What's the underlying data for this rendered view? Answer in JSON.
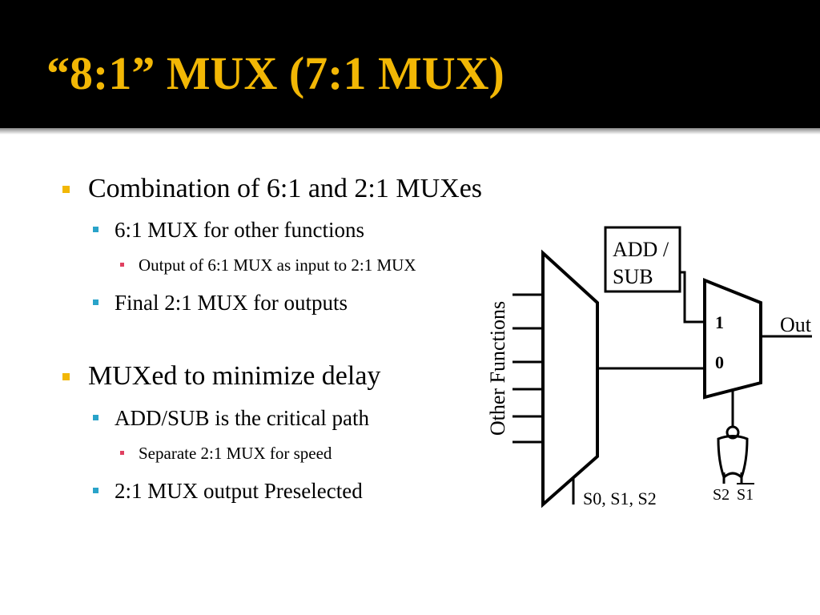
{
  "slide": {
    "title": "“8:1” MUX (7:1 MUX)",
    "colors": {
      "title_bar": "#000000",
      "title_text": "#f2b705",
      "bullet_level1": "#f2b705",
      "bullet_level2": "#29a3c9",
      "bullet_level3": "#e04060"
    },
    "bullets": [
      {
        "level": 1,
        "text": "Combination of 6:1 and 2:1 MUXes"
      },
      {
        "level": 2,
        "text": "6:1 MUX for other functions"
      },
      {
        "level": 3,
        "text": "Output of 6:1 MUX as input to 2:1 MUX"
      },
      {
        "level": 2,
        "text": "Final 2:1 MUX for outputs"
      },
      {
        "level": 1,
        "text": "MUXed to minimize delay"
      },
      {
        "level": 2,
        "text": "ADD/SUB is the critical path"
      },
      {
        "level": 3,
        "text": "Separate 2:1 MUX for speed"
      },
      {
        "level": 2,
        "text": "2:1 MUX output Preselected"
      }
    ]
  },
  "diagram": {
    "add_sub_line1": "ADD /",
    "add_sub_line2": "SUB",
    "other_functions": "Other Functions",
    "input_1": "1",
    "input_0": "0",
    "out": "Out",
    "selects_6to1": "S0, S1, S2",
    "gate_s2": "S2",
    "gate_s1": "S1"
  }
}
